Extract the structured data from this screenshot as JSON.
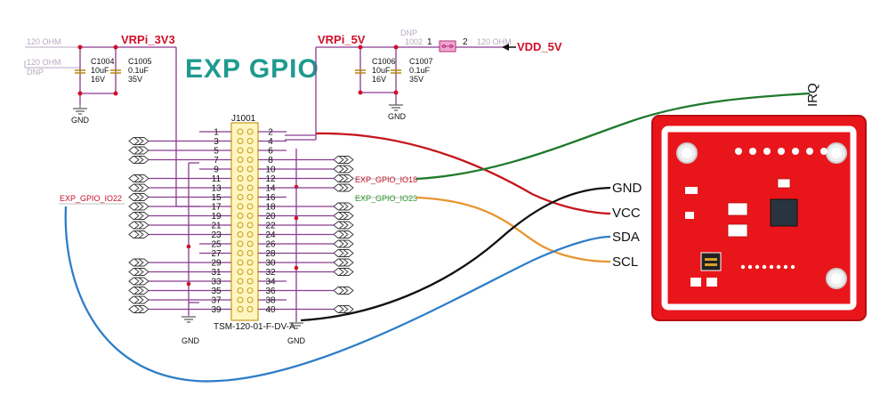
{
  "title": "EXP GPIO",
  "left_rail": {
    "name": "VRPi_3V3",
    "res_top": "120 OHM",
    "res_mid": "120 OHM",
    "dnp": "DNP"
  },
  "right_rail": {
    "name": "VRPi_5V",
    "res_ref": "1002",
    "dnp": "DNP",
    "pin1": "1",
    "pin2": "2",
    "res_val": "120 OHM",
    "vdd": "VDD_5V"
  },
  "caps": [
    {
      "ref": "C1004",
      "value": "10uF",
      "voltage": "16V"
    },
    {
      "ref": "C1005",
      "value": "0.1uF",
      "voltage": "35V"
    },
    {
      "ref": "C1006",
      "value": "10uF",
      "voltage": "16V"
    },
    {
      "ref": "C1007",
      "value": "0.1uF",
      "voltage": "35V"
    }
  ],
  "gnd_label": "GND",
  "connector": {
    "ref": "J1001",
    "part": "TSM-120-01-F-DV-A"
  },
  "pins_left": [
    "1",
    "3",
    "5",
    "7",
    "9",
    "11",
    "13",
    "15",
    "17",
    "19",
    "21",
    "23",
    "25",
    "27",
    "29",
    "31",
    "33",
    "35",
    "37",
    "39"
  ],
  "pins_right": [
    "2",
    "4",
    "6",
    "8",
    "10",
    "12",
    "14",
    "16",
    "18",
    "20",
    "22",
    "24",
    "26",
    "28",
    "30",
    "32",
    "34",
    "36",
    "38",
    "40"
  ],
  "nets": {
    "io18": "EXP_GPIO_IO18",
    "io23": "EXP_GPIO_IO23",
    "io22": "EXP_GPIO_IO22"
  },
  "wire_labels": {
    "irq": "IRQ",
    "gnd": "GND",
    "vcc": "VCC",
    "sda": "SDA",
    "scl": "SCL"
  },
  "colors": {
    "wire_red": "#c4161c",
    "wire_green": "#1f7a2c",
    "wire_black": "#111111",
    "wire_blue": "#2f7ec8",
    "wire_orange": "#e8952f",
    "board": "#e8161b",
    "title": "#1f9a8f"
  }
}
